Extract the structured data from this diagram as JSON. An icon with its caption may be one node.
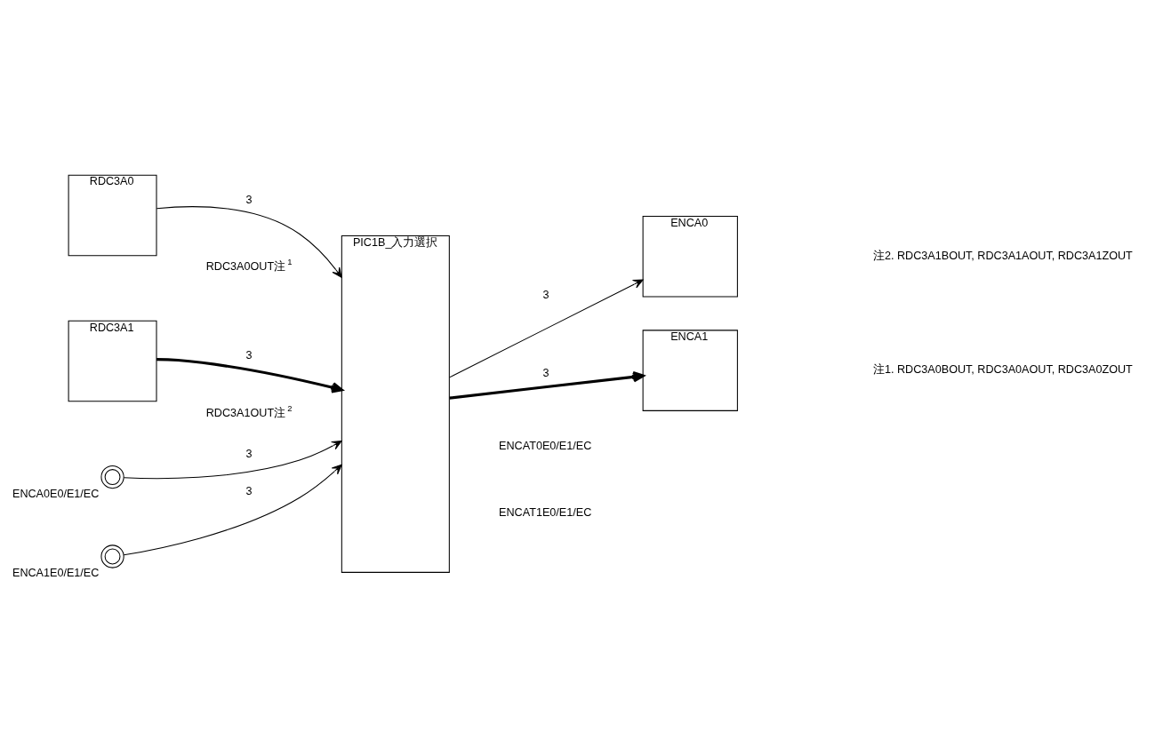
{
  "diagram": {
    "nodes": [
      {
        "text": [
          "RDC3A0"
        ]
      },
      {
        "text": [
          "RDC3A1"
        ]
      },
      {
        "text": [
          "PIC1B_入力選択"
        ]
      },
      {
        "text": [
          "ENCA0"
        ]
      },
      {
        "text": [
          "ENCA1"
        ]
      },
      {
        "text": [
          "ENCA0E0/E1/EC"
        ]
      },
      {
        "text": [
          "ENCA1E0/E1/EC"
        ]
      }
    ],
    "edges": [
      {
        "from": 0,
        "to": 2,
        "arrow": "to",
        "label": "3"
      },
      {
        "from": 1,
        "to": 2,
        "arrow": "to",
        "label": "3",
        "style": "thick"
      },
      {
        "from": 5,
        "to": 2,
        "arrow": "to",
        "label": "3"
      },
      {
        "from": 6,
        "to": 2,
        "arrow": "to",
        "label": "3"
      },
      {
        "from": 2,
        "to": 3,
        "arrow": "to",
        "label": "3"
      },
      {
        "from": 2,
        "to": 4,
        "arrow": "to",
        "label": "3",
        "style": "thick"
      }
    ],
    "labels": [
      "RDC3A0OUT注$^{1}$",
      "RDC3A1OUT注$^{2}$",
      "ENCAT0E0/E1/EC",
      "ENCAT1E0/E1/EC",
      "注1. RDC3A0BOUT, RDC3A0AOUT, RDC3A0ZOUT",
      "注2. RDC3A1BOUT, RDC3A1AOUT, RDC3A1ZOUT"
    ]
  }
}
